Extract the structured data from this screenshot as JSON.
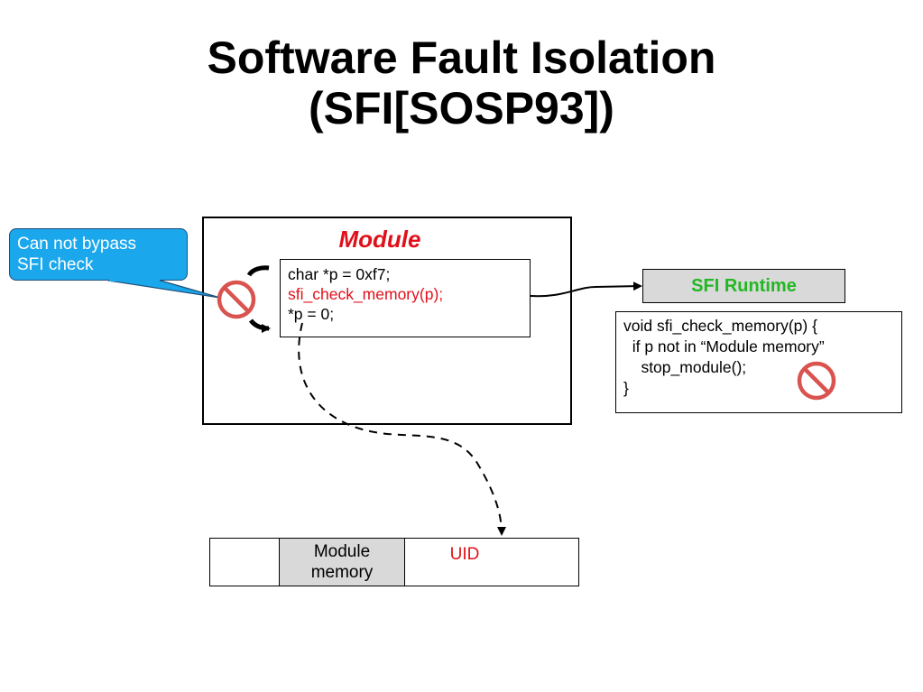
{
  "title": {
    "line1": "Software Fault Isolation",
    "line2": "(SFI[SOSP93])"
  },
  "callout": {
    "line1": "Can not bypass",
    "line2": "SFI check"
  },
  "module": {
    "label": "Module",
    "code": [
      "char *p = 0xf7;",
      "sfi_check_memory(p);",
      "*p = 0;"
    ]
  },
  "runtime": {
    "label": "SFI Runtime",
    "code": [
      "void sfi_check_memory(p) {",
      "  if p not in “Module memory”",
      "    stop_module();",
      "}"
    ]
  },
  "memory": {
    "module_line1": "Module",
    "module_line2": "memory",
    "uid": "UID"
  },
  "colors": {
    "red": "#e0101a",
    "green": "#22b822",
    "callout_blue": "#1aa7ec",
    "gray": "#d9d9d9"
  },
  "icons": [
    "no-entry-icon",
    "no-entry-icon"
  ]
}
